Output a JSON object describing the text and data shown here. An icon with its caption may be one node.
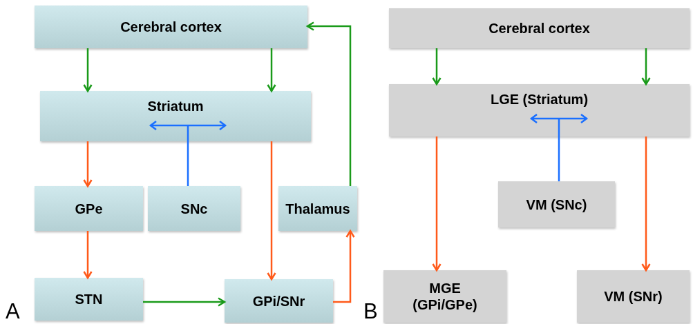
{
  "diagram": {
    "nodes": [
      {
        "text": [
          "Cerebral cortex"
        ]
      },
      {
        "text": [
          "Striatum"
        ]
      },
      {
        "text": [
          "GPe"
        ]
      },
      {
        "text": [
          "SNc"
        ]
      },
      {
        "text": [
          "Thalamus"
        ]
      },
      {
        "text": [
          "STN"
        ]
      },
      {
        "text": [
          "GPi/SNr"
        ]
      },
      {
        "text": [
          "Cerebral cortex"
        ]
      },
      {
        "text": [
          "LGE (Striatum)"
        ]
      },
      {
        "text": [
          "VM (SNc)"
        ]
      },
      {
        "text": [
          "MGE (GPi/GPe)"
        ]
      },
      {
        "text": [
          "VM (SNr)"
        ]
      }
    ],
    "edges": [
      {
        "from": 0,
        "to": 1,
        "arrow": "to",
        "color": "#1a9a1a"
      },
      {
        "from": 0,
        "to": 1,
        "arrow": "to",
        "color": "#1a9a1a"
      },
      {
        "from": 1,
        "to": 2,
        "arrow": "to",
        "color": "#ff5a1a"
      },
      {
        "from": 3,
        "to": 1,
        "arrow": "other",
        "color": "#1a6fff"
      },
      {
        "from": 1,
        "to": 6,
        "arrow": "to",
        "color": "#ff5a1a"
      },
      {
        "from": 2,
        "to": 5,
        "arrow": "to",
        "color": "#ff5a1a"
      },
      {
        "from": 5,
        "to": 6,
        "arrow": "to",
        "color": "#1a9a1a"
      },
      {
        "from": 6,
        "to": 4,
        "arrow": "to",
        "color": "#ff5a1a"
      },
      {
        "from": 4,
        "to": 0,
        "arrow": "to",
        "color": "#1a9a1a"
      },
      {
        "from": 7,
        "to": 8,
        "arrow": "to",
        "color": "#1a9a1a"
      },
      {
        "from": 7,
        "to": 8,
        "arrow": "to",
        "color": "#1a9a1a"
      },
      {
        "from": 8,
        "to": 10,
        "arrow": "to",
        "color": "#ff5a1a"
      },
      {
        "from": 8,
        "to": 11,
        "arrow": "to",
        "color": "#ff5a1a"
      },
      {
        "from": 9,
        "to": 8,
        "arrow": "other",
        "color": "#1a6fff"
      }
    ],
    "labels": [
      "A",
      "B"
    ]
  }
}
